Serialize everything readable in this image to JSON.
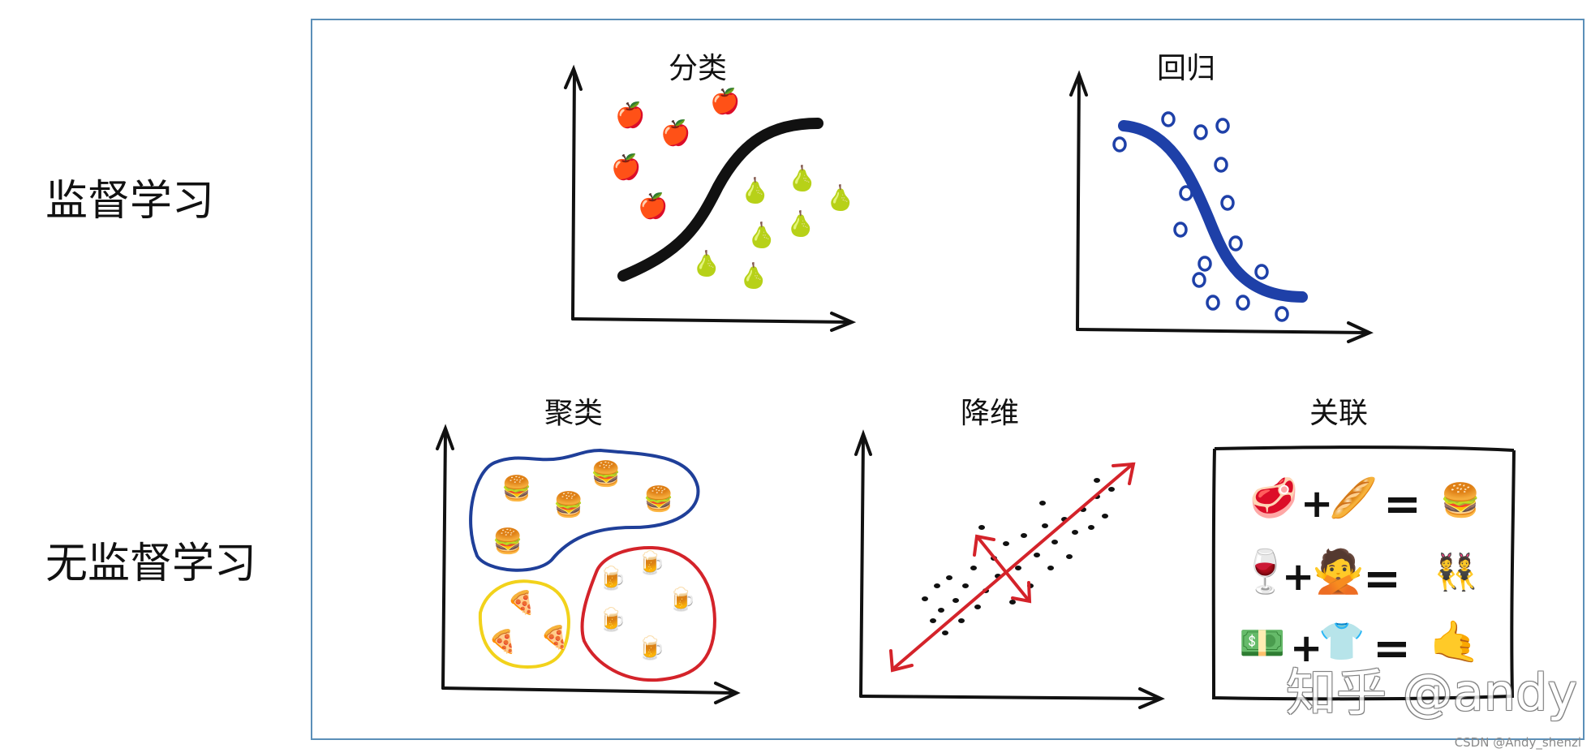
{
  "rows": {
    "supervised": "监督学习",
    "unsupervised": "无监督学习"
  },
  "panels": {
    "classification": "分类",
    "regression": "回归",
    "clustering": "聚类",
    "dim_reduction": "降维",
    "association": "关联"
  },
  "icons": {
    "apple": "🍎",
    "pear": "🍐",
    "burger": "🍔",
    "pizza": "🍕",
    "beer": "🍺",
    "steak": "🥩",
    "bread": "🥖",
    "wine": "🍷",
    "person": "🙅",
    "dancers": "👯",
    "money": "💵",
    "shirt": "👕",
    "thumb": "🤙"
  },
  "association_rules": [
    [
      "🥩",
      "🥖",
      "🍔"
    ],
    [
      "🍷",
      "🙅",
      "👯"
    ],
    [
      "💵",
      "👕",
      "🤙"
    ]
  ],
  "colors": {
    "frame": "#5b8fb8",
    "regression": "#1e40a8",
    "blue_cluster": "#1f3f99",
    "yellow_cluster": "#f2d21b",
    "red_cluster": "#d4232a",
    "dim_arrows": "#d4232a"
  },
  "watermark": "知乎 @andy",
  "credit": "CSDN @Andy_shenzl"
}
